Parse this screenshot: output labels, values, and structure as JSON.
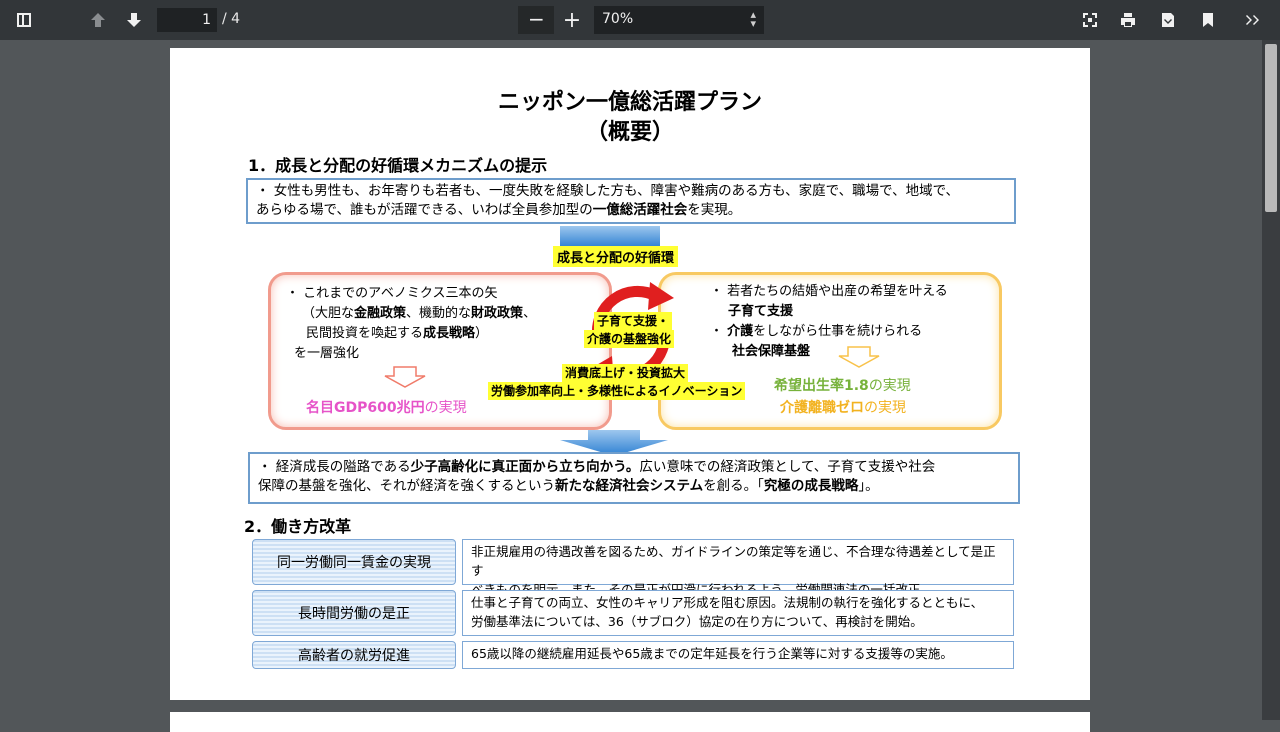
{
  "toolbar": {
    "page_current": "1",
    "page_total": "/ 4",
    "zoom": "70%",
    "zoom_out_label": "−",
    "zoom_in_label": "+"
  },
  "document": {
    "title": "ニッポン一億総活躍プラン",
    "subtitle": "（概要）",
    "section1": {
      "heading": "1．成長と分配の好循環メカニズムの提示",
      "intro_line1": "・ 女性も男性も、お年寄りも若者も、一度失敗を経験した方も、障害や難病のある方も、家庭で、職場で、地域で、",
      "intro_line2a": "あらゆる場で、誰もが活躍できる、いわば全員参加型の",
      "intro_line2b": "一億総活躍社会",
      "intro_line2c": "を実現。",
      "cycle_label": "成長と分配の好循環",
      "left": {
        "line1": "・ これまでのアベノミクス三本の矢",
        "line2a": "（大胆な",
        "line2b": "金融政策",
        "line2c": "、機動的な",
        "line2d": "財政政策",
        "line2e": "、",
        "line3a": "民間投資を喚起する",
        "line3b": "成長戦略",
        "line3c": "）",
        "line4": "を一層強化",
        "goal_a": "名目GDP600兆円",
        "goal_b": "の実現"
      },
      "right": {
        "line1": "・ 若者たちの結婚や出産の希望を叶える",
        "line2": "子育て支援",
        "line3a": "・ ",
        "line3b": "介護",
        "line3c": "をしながら仕事を続けられる",
        "line4": "社会保障基盤",
        "goal1_a": "希望出生率1.8",
        "goal1_b": "の実現",
        "goal2_a": "介護離職ゼロ",
        "goal2_b": "の実現"
      },
      "center_top_1": "子育て支援・",
      "center_top_2": "介護の基盤強化",
      "center_bottom_1": "消費底上げ・投資拡大",
      "center_bottom_2": "労働参加率向上・多様性によるイノベーション",
      "summary_line1a": "・ 経済成長の隘路である",
      "summary_line1b": "少子高齢化に真正面から立ち向かう。",
      "summary_line1c": "広い意味での経済政策として、子育て支援や社会",
      "summary_line2a": "保障の基盤を強化、それが経済を強くするという",
      "summary_line2b": "新たな経済社会システム",
      "summary_line2c": "を創る。「",
      "summary_line2d": "究極の成長戦略",
      "summary_line2e": "」。"
    },
    "section2": {
      "heading": "2．働き方改革",
      "items": [
        {
          "label": "同一労働同一賃金の実現",
          "desc1": "非正規雇用の待遇改善を図るため、ガイドラインの策定等を通じ、不合理な待遇差として是正す",
          "desc2": "べきものを明示。また、その是正が円滑に行われるよう、労働関連法の一括改正。"
        },
        {
          "label": "長時間労働の是正",
          "desc1": "仕事と子育ての両立、女性のキャリア形成を阻む原因。法規制の執行を強化するとともに、",
          "desc2": "労働基準法については、36（サブロク）協定の在り方について、再検討を開始。"
        },
        {
          "label": "高齢者の就労促進",
          "desc1": "65歳以降の継続雇用延長や65歳までの定年延長を行う企業等に対する支援等の実施。",
          "desc2": ""
        }
      ]
    }
  }
}
